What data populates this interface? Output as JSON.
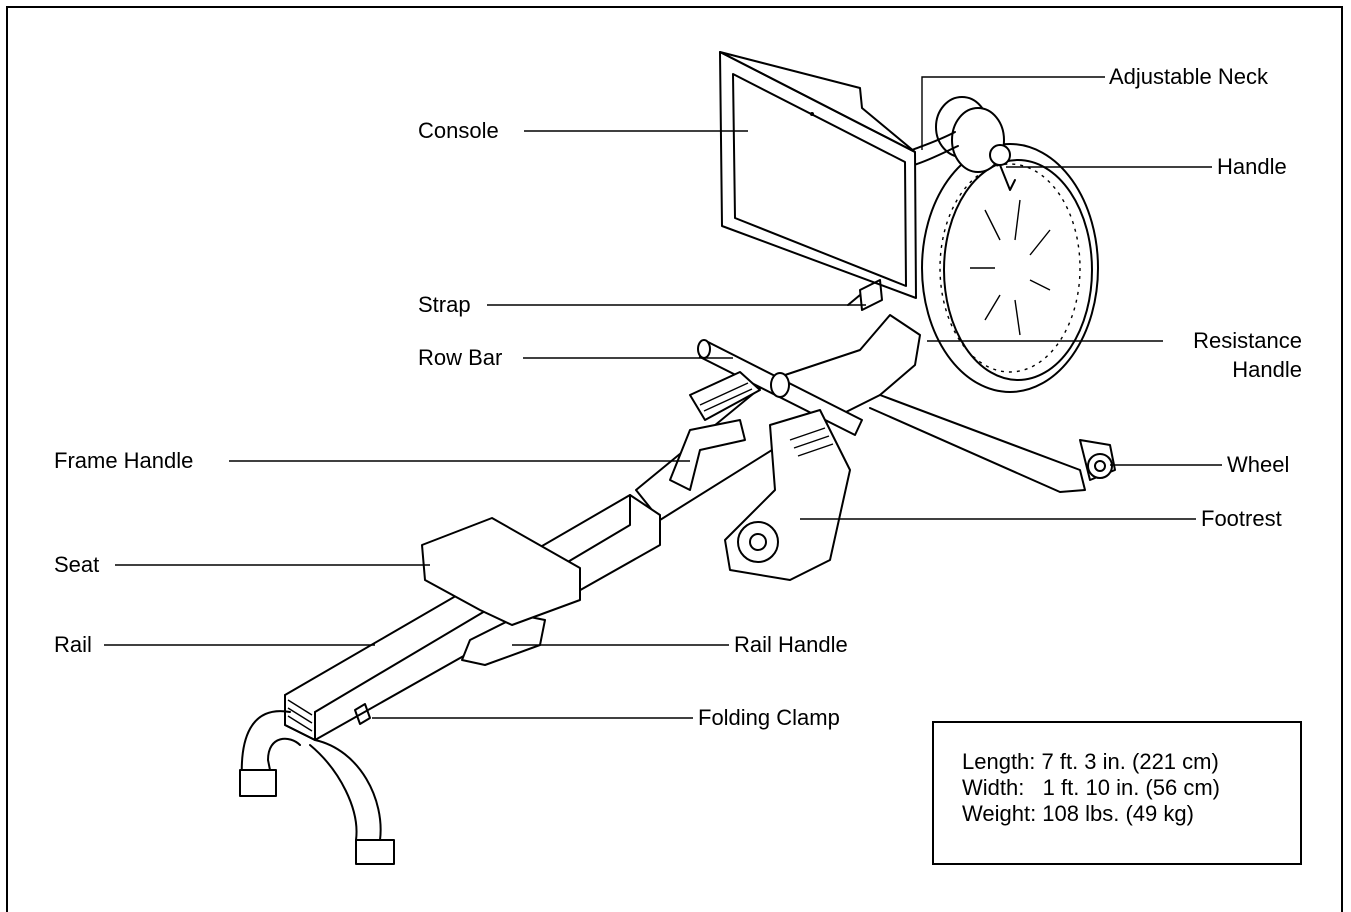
{
  "labels": {
    "console": "Console",
    "adjustable_neck": "Adjustable Neck",
    "handle": "Handle",
    "strap": "Strap",
    "row_bar": "Row Bar",
    "resistance_handle_line1": "Resistance",
    "resistance_handle_line2": "Handle",
    "frame_handle": "Frame Handle",
    "wheel": "Wheel",
    "footrest": "Footrest",
    "seat": "Seat",
    "rail": "Rail",
    "rail_handle": "Rail Handle",
    "folding_clamp": "Folding Clamp"
  },
  "specs": {
    "length": "Length: 7 ft. 3 in. (221 cm)",
    "width": "Width:   1 ft. 10 in. (56 cm)",
    "weight": "Weight: 108 lbs. (49 kg)"
  }
}
